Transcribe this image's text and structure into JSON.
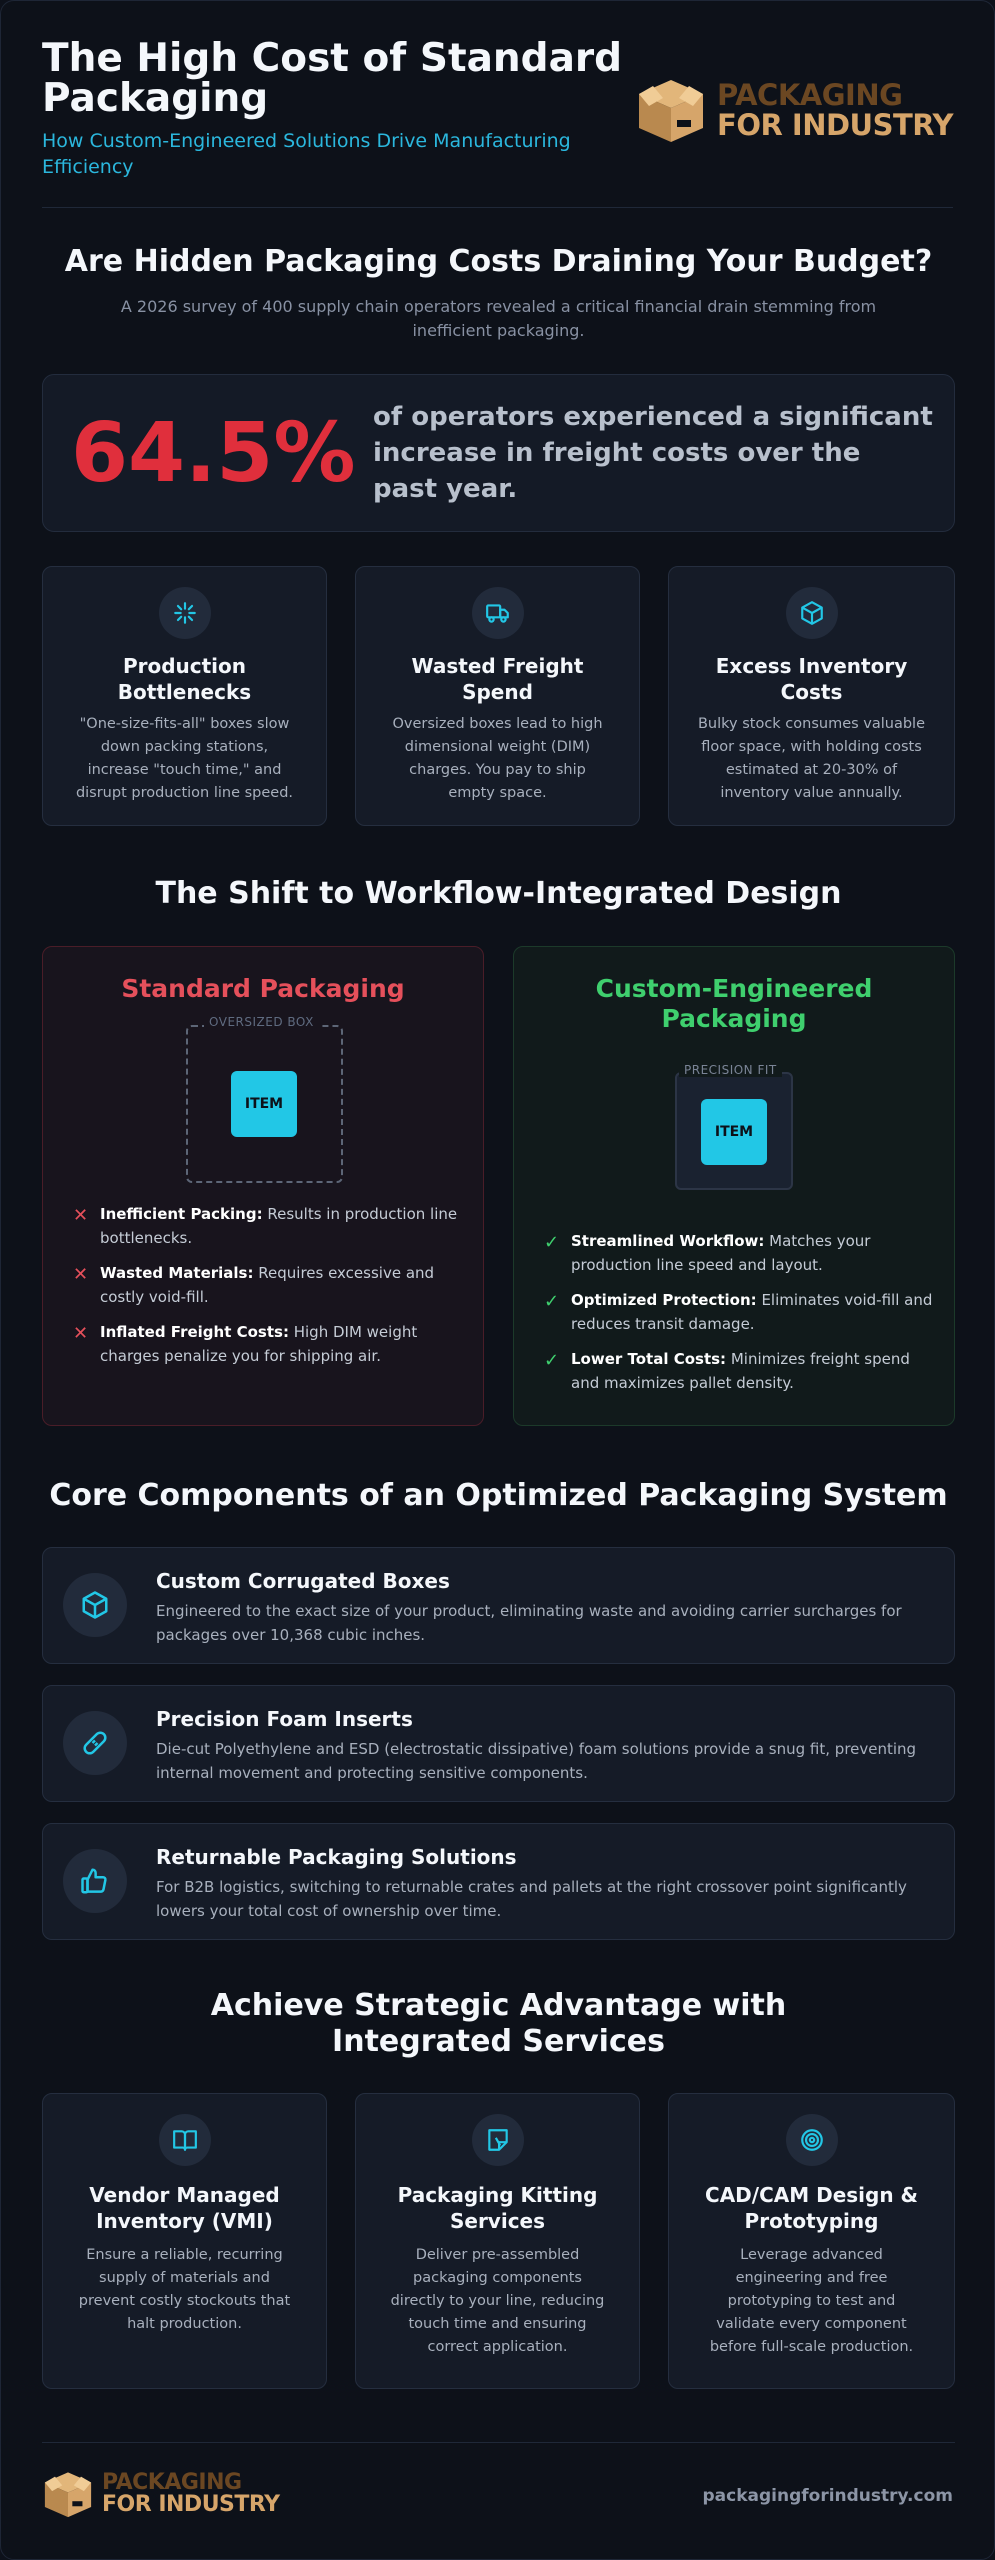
{
  "header": {
    "title": "The High Cost of Standard Packaging",
    "subtitle": "How Custom-Engineered Solutions Drive Manufacturing Efficiency",
    "logo_line1": "PACKAGING",
    "logo_line2": "FOR INDUSTRY"
  },
  "hidden_costs": {
    "heading": "Are Hidden Packaging Costs Draining Your Budget?",
    "intro": "A 2026 survey of 400 supply chain operators revealed a critical financial drain stemming from inefficient packaging.",
    "stat_value": "64.5%",
    "stat_text": "of operators experienced a significant increase in freight costs over the past year.",
    "cards": [
      {
        "icon": "sparkle-icon",
        "title": "Production Bottlenecks",
        "text": "\"One-size-fits-all\" boxes slow down packing stations, increase \"touch time,\" and disrupt production line speed."
      },
      {
        "icon": "truck-icon",
        "title": "Wasted Freight Spend",
        "text": "Oversized boxes lead to high dimensional weight (DIM) charges. You pay to ship empty space."
      },
      {
        "icon": "box-icon",
        "title": "Excess Inventory Costs",
        "text": "Bulky stock consumes valuable floor space, with holding costs estimated at 20-30% of inventory value annually."
      }
    ]
  },
  "shift": {
    "heading": "The Shift to Workflow-Integrated Design",
    "standard": {
      "title": "Standard Packaging",
      "box_label": "OVERSIZED BOX",
      "item_label": "ITEM",
      "points": [
        {
          "bold": "Inefficient Packing:",
          "text": " Results in production line bottlenecks."
        },
        {
          "bold": "Wasted Materials:",
          "text": " Requires excessive and costly void-fill."
        },
        {
          "bold": "Inflated Freight Costs:",
          "text": " High DIM weight charges penalize you for shipping air."
        }
      ]
    },
    "custom": {
      "title": "Custom-Engineered Packaging",
      "box_label": "PRECISION FIT",
      "item_label": "ITEM",
      "points": [
        {
          "bold": "Streamlined Workflow:",
          "text": " Matches your production line speed and layout."
        },
        {
          "bold": "Optimized Protection:",
          "text": " Eliminates void-fill and reduces transit damage."
        },
        {
          "bold": "Lower Total Costs:",
          "text": " Minimizes freight spend and maximizes pallet density."
        }
      ]
    }
  },
  "components": {
    "heading": "Core Components of an Optimized Packaging System",
    "items": [
      {
        "icon": "box-icon",
        "title": "Custom Corrugated Boxes",
        "text": "Engineered to the exact size of your product, eliminating waste and avoiding carrier surcharges for packages over 10,368 cubic inches."
      },
      {
        "icon": "bandage-icon",
        "title": "Precision Foam Inserts",
        "text": "Die-cut Polyethylene and ESD (electrostatic dissipative) foam solutions provide a snug fit, preventing internal movement and protecting sensitive components."
      },
      {
        "icon": "thumbs-up-icon",
        "title": "Returnable Packaging Solutions",
        "text": "For B2B logistics, switching to returnable crates and pallets at the right crossover point significantly lowers your total cost of ownership over time."
      }
    ]
  },
  "services": {
    "heading": "Achieve Strategic Advantage with Integrated Services",
    "items": [
      {
        "icon": "book-icon",
        "title": "Vendor Managed Inventory (VMI)",
        "text": "Ensure a reliable, recurring supply of materials and prevent costly stockouts that halt production."
      },
      {
        "icon": "kit-icon",
        "title": "Packaging Kitting Services",
        "text": "Deliver pre-assembled packaging components directly to your line, reducing touch time and ensuring correct application."
      },
      {
        "icon": "target-icon",
        "title": "CAD/CAM Design & Prototyping",
        "text": "Leverage advanced engineering and free prototyping to test and validate every component before full-scale production."
      }
    ]
  },
  "footer": {
    "url": "packagingforindustry.com"
  },
  "colors": {
    "accent_cyan": "#22c7e6",
    "alert_red": "#e02f3c",
    "success_green": "#3fcf6e",
    "brand_tan": "#d6a56a",
    "brand_brown": "#6b4722"
  }
}
